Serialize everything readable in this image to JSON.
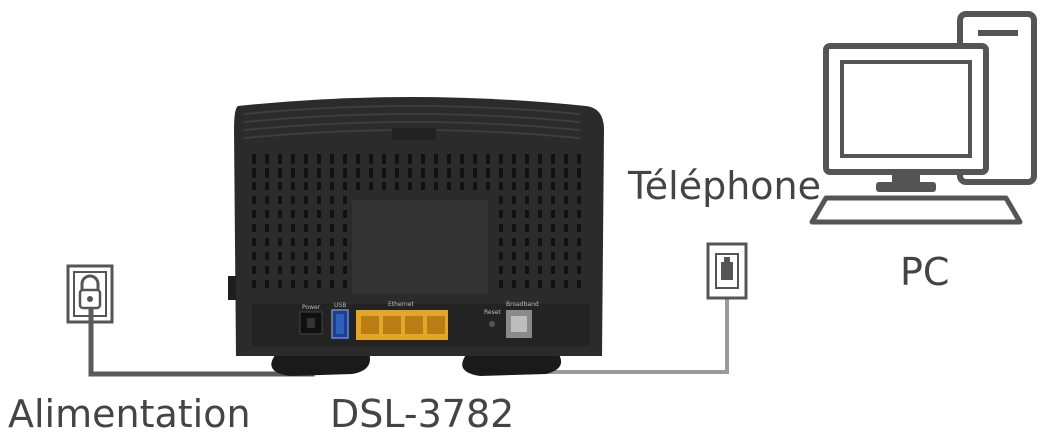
{
  "labels": {
    "power": "Alimentation",
    "device": "DSL-3782",
    "phone": "Téléphone",
    "pc": "PC"
  },
  "router_ports": {
    "power": "Power",
    "usb": "USB",
    "ethernet": "Ethernet",
    "reset": "Reset",
    "broadband": "Broadband"
  },
  "colors": {
    "router_body": "#2b2b2b",
    "ethernet_ports": "#e5a52a",
    "power_cable": "#5a5a5a",
    "phone_cable": "#9a9a9a",
    "outline": "#555555",
    "label_text": "#444444"
  }
}
